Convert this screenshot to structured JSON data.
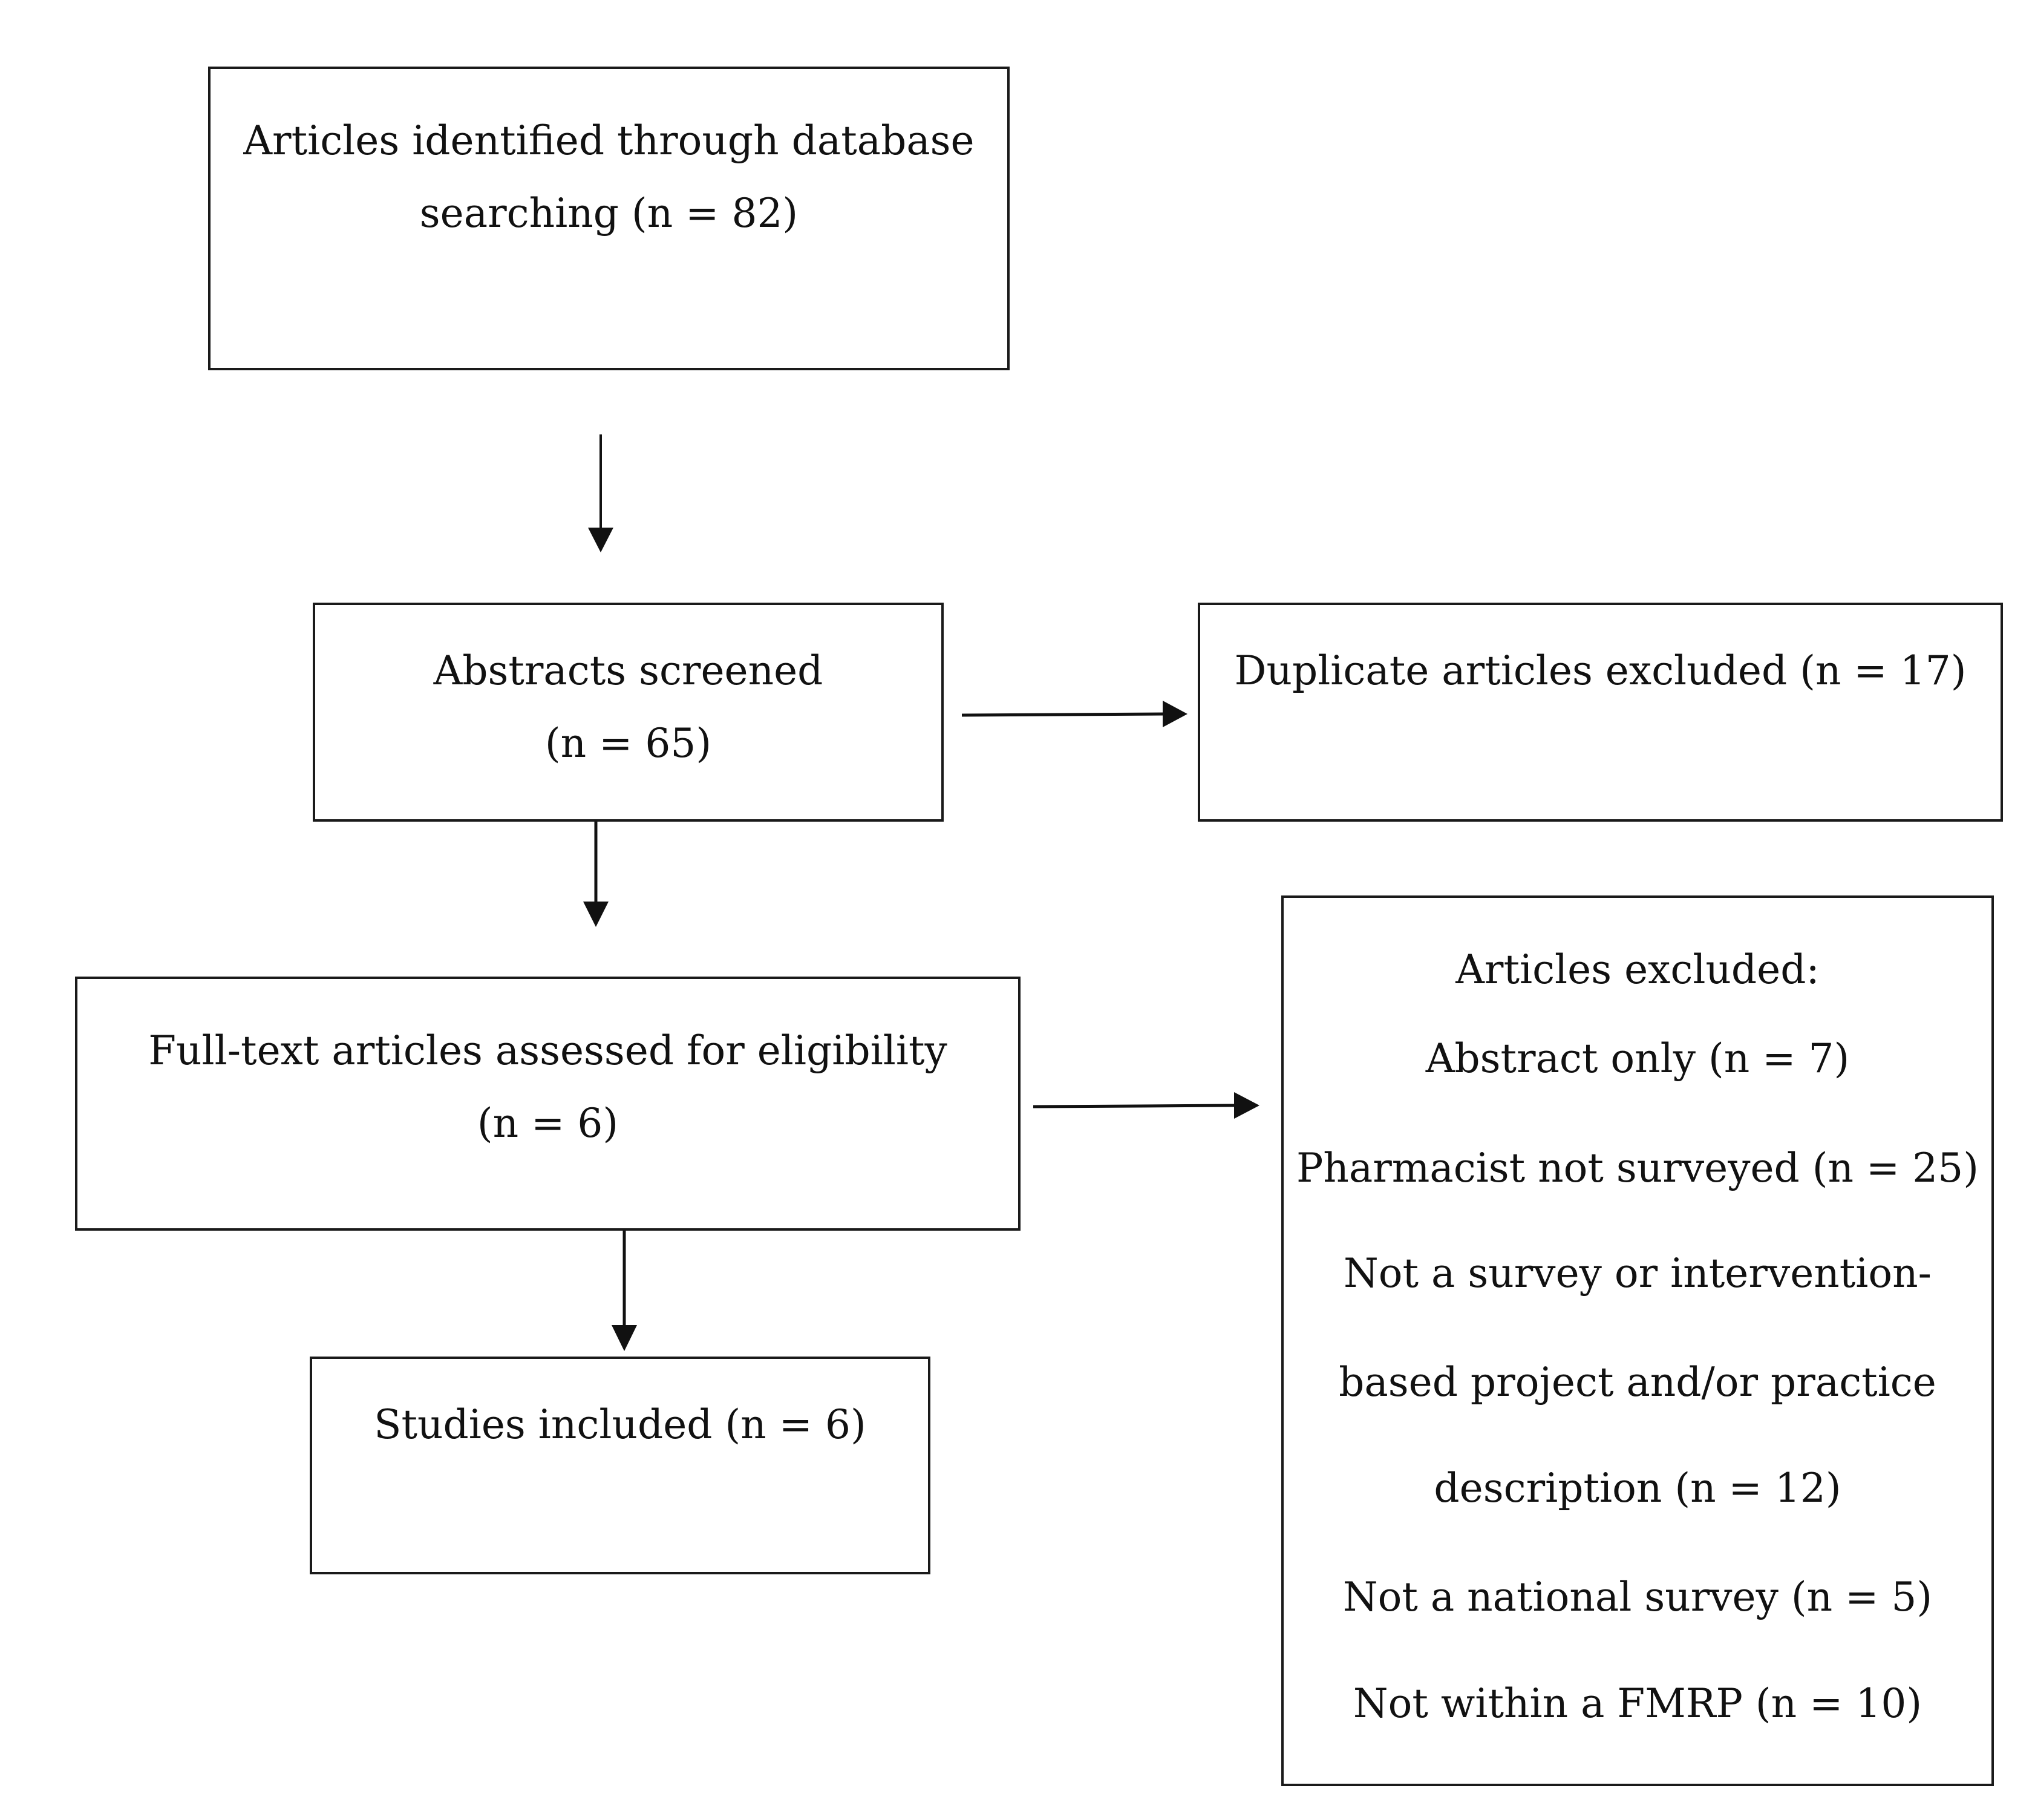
{
  "flow": {
    "identified": [
      "Articles identified through database",
      "searching (n = 82)"
    ],
    "screened": [
      "Abstracts screened",
      "(n = 65)"
    ],
    "duplicates": [
      "Duplicate articles excluded (n = 17)"
    ],
    "fulltext": [
      "Full-text articles assessed for eligibility",
      "(n = 6)"
    ],
    "included": [
      "Studies included (n = 6)"
    ],
    "excluded": [
      "Articles excluded:",
      "Abstract only (n = 7)",
      "Pharmacist not surveyed (n = 25)",
      "Not a survey or intervention-",
      "based project and/or practice",
      "description (n = 12)",
      "Not a national survey (n = 5)",
      "Not within a FMRP (n = 10)"
    ]
  }
}
